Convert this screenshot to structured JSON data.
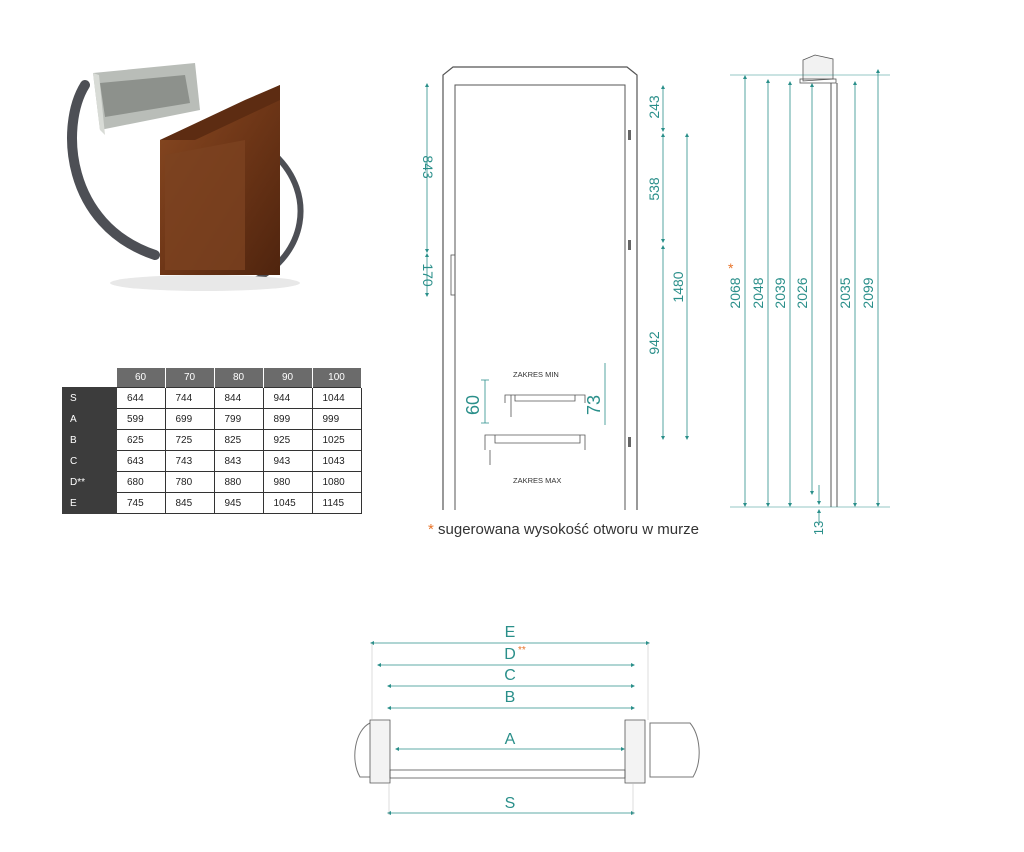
{
  "colors": {
    "dimension": "#2a8f8a",
    "asterisk": "#e8742a",
    "table_header": "#6b6b6b",
    "table_rowhead": "#3c3c3c",
    "wood": "#7a3f1d",
    "frame_metal": "#b9bdb8"
  },
  "table": {
    "columns": [
      "60",
      "70",
      "80",
      "90",
      "100"
    ],
    "rows": [
      {
        "label": "S",
        "values": [
          "644",
          "744",
          "844",
          "944",
          "1044"
        ]
      },
      {
        "label": "A",
        "values": [
          "599",
          "699",
          "799",
          "899",
          "999"
        ]
      },
      {
        "label": "B",
        "values": [
          "625",
          "725",
          "825",
          "925",
          "1025"
        ]
      },
      {
        "label": "C",
        "values": [
          "643",
          "743",
          "843",
          "943",
          "1043"
        ]
      },
      {
        "label": "D**",
        "values": [
          "680",
          "780",
          "880",
          "980",
          "1080"
        ]
      },
      {
        "label": "E",
        "values": [
          "745",
          "845",
          "945",
          "1045",
          "1145"
        ]
      }
    ]
  },
  "elevation": {
    "handle_top": "843",
    "handle_height": "170",
    "hinge_top_gap": "243",
    "hinge_spacing_1": "538",
    "hinge_spacing_2": "942",
    "hinge_total": "1480",
    "range_min_label": "ZAKRES MIN",
    "range_max_label": "ZAKRES MAX",
    "range_min": "60",
    "range_max": "73"
  },
  "section": {
    "heights": [
      "2068",
      "2048",
      "2039",
      "2026",
      "2035",
      "2099"
    ],
    "suggested_marker": "*",
    "bottom_gap": "13"
  },
  "note": {
    "marker": "*",
    "text": " sugerowana wysokość otworu w murze"
  },
  "plan": {
    "labels": {
      "E": "E",
      "D": "D",
      "D_mark": "**",
      "C": "C",
      "B": "B",
      "A": "A",
      "S": "S"
    }
  }
}
